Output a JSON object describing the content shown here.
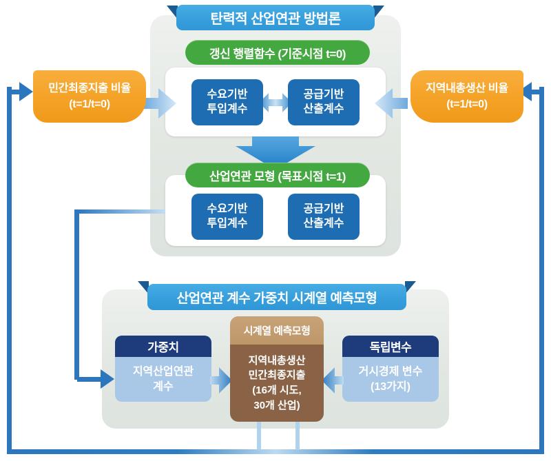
{
  "top": {
    "title": "탄력적 산업연관 방법론",
    "update_header": "갱신 행렬함수 (기준시점 t=0)",
    "demand1": [
      "수요기반",
      "투입계수"
    ],
    "supply1": [
      "공급기반",
      "산출계수"
    ],
    "model_header": "산업연관 모형 (목표시점 t=1)",
    "demand2": [
      "수요기반",
      "투입계수"
    ],
    "supply2": [
      "공급기반",
      "산출계수"
    ]
  },
  "left_input": [
    "민간최종지출 비율",
    "(t=1/t=0)"
  ],
  "right_input": [
    "지역내총생산 비율",
    "(t=1/t=0)"
  ],
  "bottom": {
    "title": "산업연관 계수 가중치 시계열 예측모형",
    "weight_header": "가중치",
    "weight_body": [
      "지역산업연관",
      "계수"
    ],
    "model_header": "시계열 예측모형",
    "model_body": [
      "지역내총생산",
      "민간최종지출",
      "(16개 시도,",
      "30개 산업)"
    ],
    "indep_header": "독립변수",
    "indep_body": [
      "거시경제 변수",
      "(13가지)"
    ]
  },
  "colors": {
    "ribbon_blue": "#379fdc",
    "fold_navy": "#1a5c92",
    "green": "#43a83f",
    "box_blue": "#1e6db2",
    "orange": "#f4a125",
    "navy_header": "#1e3c7c",
    "light_blue_body": "#a9c7e6",
    "brown_light": "#bd9768",
    "brown_dark": "#8a6346",
    "line_blue": "#2b76bc",
    "panel_gray": "#e4e8e4"
  }
}
